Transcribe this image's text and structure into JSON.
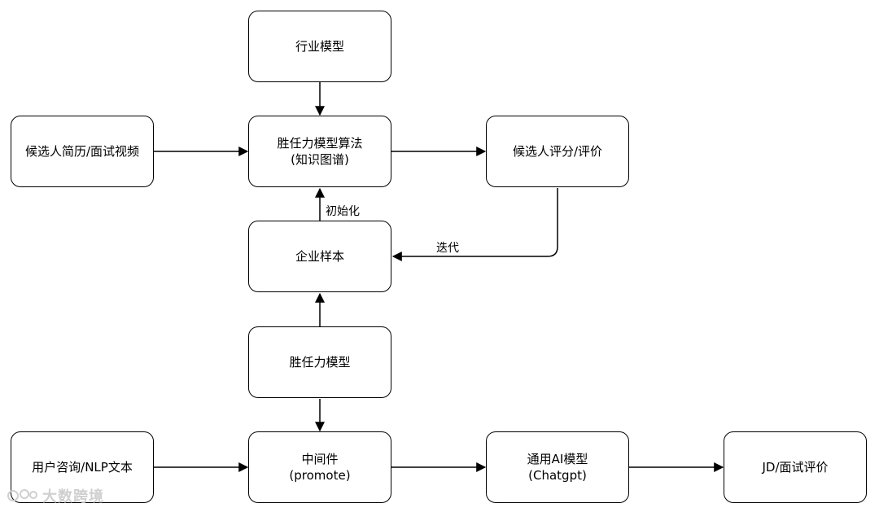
{
  "nodes": {
    "industry_model": "行业模型",
    "resume_video": "候选人简历/面试视频",
    "algo_line1": "胜任力模型算法",
    "algo_line2": "(知识图谱)",
    "candidate_score": "候选人评分/评价",
    "enterprise_sample": "企业样本",
    "competency_model": "胜任力模型",
    "user_text": "用户咨询/NLP文本",
    "middleware_line1": "中间件",
    "middleware_line2": "(promote)",
    "general_ai_line1": "通用AI模型",
    "general_ai_line2": "(Chatgpt)",
    "jd_eval": "JD/面试评价"
  },
  "edge_labels": {
    "initialize": "初始化",
    "iterate": "迭代"
  },
  "watermark": "大数跨境"
}
